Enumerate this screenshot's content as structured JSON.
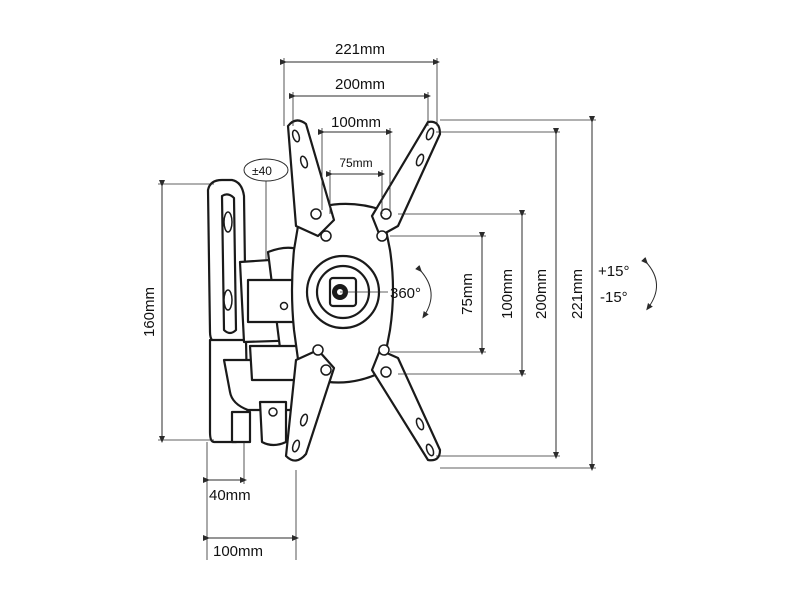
{
  "labels": {
    "top_width_outer": "221mm",
    "top_width_200": "200mm",
    "top_width_100": "100mm",
    "top_width_75": "75mm",
    "swivel": "±40",
    "rotation": "360°",
    "vert_75": "75mm",
    "vert_100": "100mm",
    "vert_200": "200mm",
    "vert_221": "221mm",
    "tilt_plus": "+15°",
    "tilt_minus": "-15°",
    "height_160": "160mm",
    "depth_40": "40mm",
    "depth_100": "100mm"
  },
  "colors": {
    "line": "#1a1a1a",
    "background": "#ffffff"
  }
}
